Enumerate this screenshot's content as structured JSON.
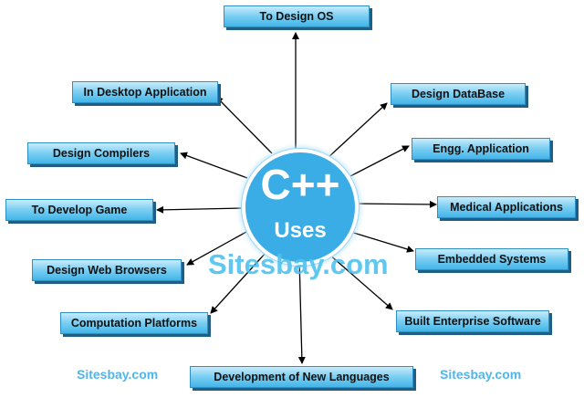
{
  "hub": {
    "title": "C++",
    "subtitle": "Uses"
  },
  "watermark": {
    "center": "Sitesbay.com",
    "left": "Sitesbay.com",
    "right": "Sitesbay.com"
  },
  "uses": [
    "To Design OS",
    "Design DataBase",
    "Engg. Application",
    "Medical Applications",
    "Embedded Systems",
    "Built Enterprise Software",
    "Development of New Languages",
    "Computation Platforms",
    "Design Web Browsers",
    "To Develop Game",
    "Design Compilers",
    "In Desktop Application"
  ],
  "colors": {
    "node_fill": "#43b5e8",
    "hub_fill": "#3aace6",
    "arrow": "#000000",
    "watermark": "#4fc3ef"
  }
}
